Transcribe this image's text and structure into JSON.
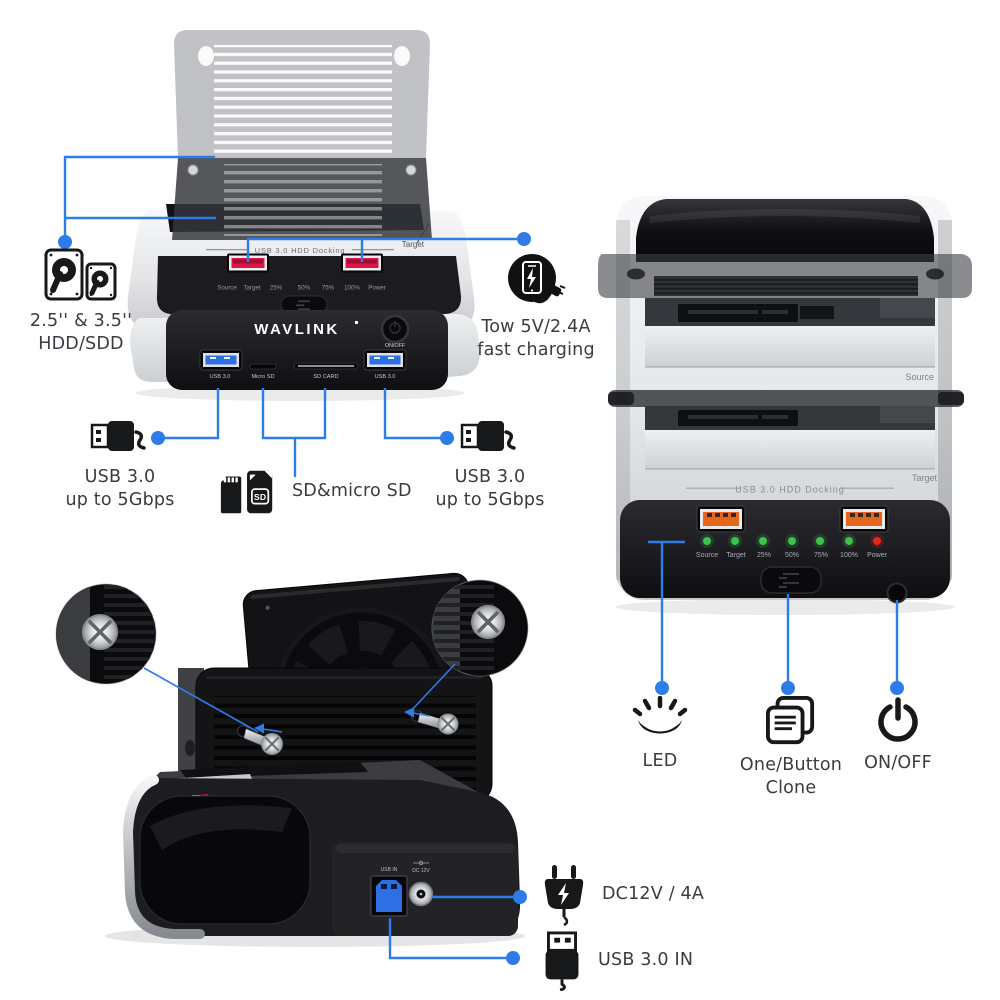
{
  "colors": {
    "callout_blue": "#2E7CE8",
    "port_red": "#E0134B",
    "port_orange": "#E8661A",
    "port_blue": "#2F6FE4",
    "led_green": "#3CC24E",
    "led_red": "#E3281E"
  },
  "shared": {
    "dock_panel_text": "USB 3.0 HDD Docking",
    "led_labels": [
      "Source",
      "Target",
      "25%",
      "50%",
      "75%",
      "100%",
      "Power"
    ]
  },
  "product_front_view": {
    "target_label": "Target",
    "brand": "WAVLINK",
    "power_button_label": "ON/OFF",
    "port_labels": {
      "usb_left": "USB 3.0",
      "micro_sd": "Micro SD",
      "sd_card": "SD CARD",
      "usb_right": "USB 3.0"
    }
  },
  "product_side_view": {
    "source_label": "Source",
    "target_label": "Target"
  },
  "product_rear_view": {
    "usb_in_port_label": "USB IN",
    "dc_port_label": "DC 12V"
  },
  "icons": {
    "sd_card_text": "SD"
  },
  "callouts": {
    "drive_sizes": {
      "line1": "2.5'' & 3.5''",
      "line2": "HDD/SDD"
    },
    "fast_charging": {
      "line1": "Tow 5V/2.4A",
      "line2": "fast charging"
    },
    "usb_left": {
      "line1": "USB 3.0",
      "line2": "up to 5Gbps"
    },
    "card_reader": {
      "label": "SD&micro SD"
    },
    "usb_right": {
      "line1": "USB 3.0",
      "line2": "up to 5Gbps"
    },
    "led": {
      "label": "LED"
    },
    "clone": {
      "line1": "One/Button",
      "line2": "Clone"
    },
    "on_off": {
      "label": "ON/OFF"
    },
    "dc_power": {
      "label": "DC12V / 4A"
    },
    "usb_input": {
      "label": "USB 3.0  IN"
    }
  }
}
